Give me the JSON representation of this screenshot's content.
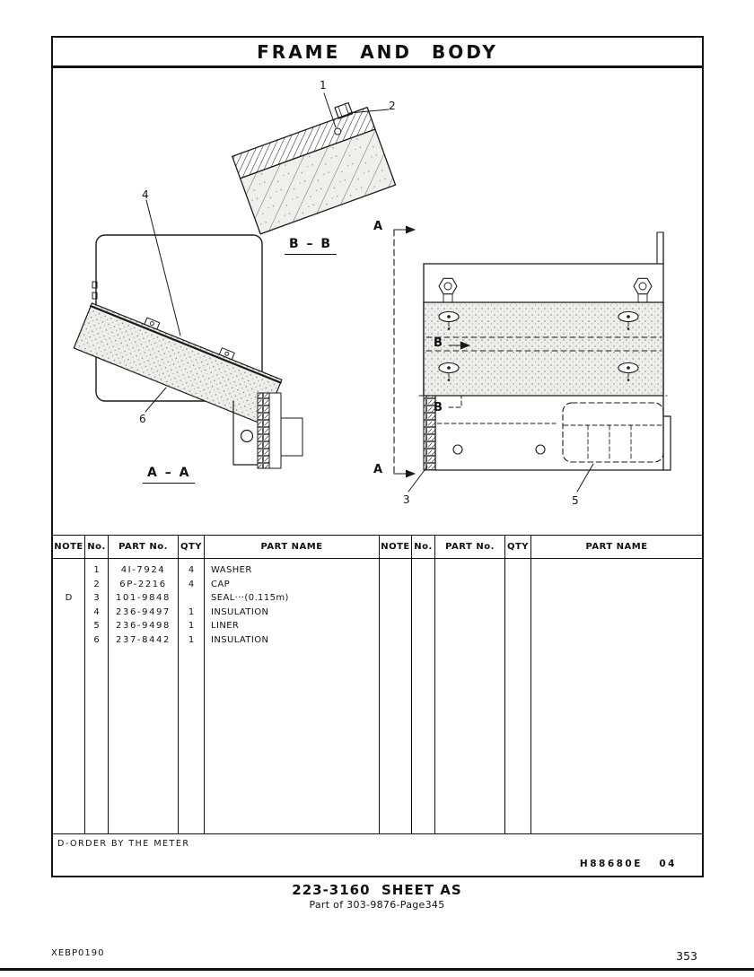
{
  "page": {
    "title": "FRAME AND BODY",
    "footnote": "D-ORDER BY THE METER",
    "revision": "H88680E   04",
    "sheet_code": "223-3160  SHEET AS",
    "sheet_subtitle": "Part of 303-9876-Page345",
    "doc_code": "XEBP0190",
    "page_number": "353"
  },
  "diagram": {
    "labels": {
      "section_bb": "B – B",
      "section_aa": "A – A",
      "arrow_a_top": "A",
      "arrow_a_bottom": "A",
      "arrow_b_upper": "B",
      "arrow_b_lower": "B"
    },
    "callouts": {
      "c1": "1",
      "c2": "2",
      "c3": "3",
      "c4": "4",
      "c5": "5",
      "c6": "6"
    }
  },
  "table": {
    "headers": {
      "note": "NOTE",
      "no": "No.",
      "part_no": "PART No.",
      "qty": "QTY",
      "part_name": "PART NAME"
    },
    "rows": [
      {
        "note": "",
        "no": "1",
        "part_no": "4I-7924",
        "qty": "4",
        "name": "WASHER"
      },
      {
        "note": "",
        "no": "2",
        "part_no": "6P-2216",
        "qty": "4",
        "name": "CAP"
      },
      {
        "note": "D",
        "no": "3",
        "part_no": "101-9848",
        "qty": "",
        "name": "SEAL···(0.115m)"
      },
      {
        "note": "",
        "no": "4",
        "part_no": "236-9497",
        "qty": "1",
        "name": "INSULATION"
      },
      {
        "note": "",
        "no": "5",
        "part_no": "236-9498",
        "qty": "1",
        "name": "LINER"
      },
      {
        "note": "",
        "no": "6",
        "part_no": "237-8442",
        "qty": "1",
        "name": "INSULATION"
      }
    ]
  }
}
